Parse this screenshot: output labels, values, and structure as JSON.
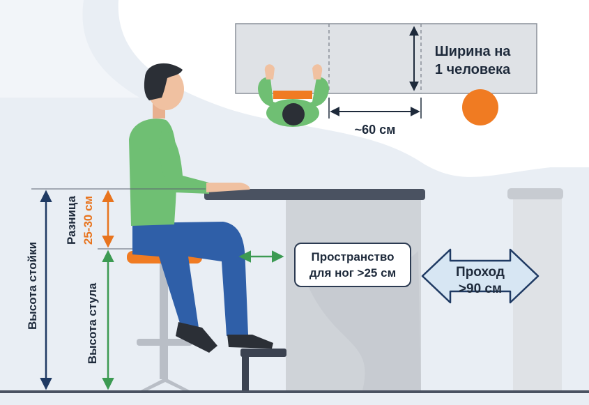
{
  "labels": {
    "counter_height": "Высота стойки",
    "stool_height": "Высота стула",
    "difference_title": "Разница",
    "difference_value": "25-30 см",
    "legroom_line1": "Пространство",
    "legroom_line2": "для ног >25 см",
    "passage_line1": "Проход",
    "passage_line2": ">90 см",
    "width_line1": "Ширина на",
    "width_line2": "1 человека",
    "width_value": "~60 см"
  },
  "colors": {
    "background_blob": "#e9eef4",
    "counter_top": "#4a5261",
    "counter_body": "#cfd3d8",
    "shirt": "#6fbf73",
    "jeans": "#2f5fa8",
    "stool_seat": "#f07b22",
    "stool_legs": "#b9bec6",
    "arrow_dark": "#1f3a63",
    "arrow_orange": "#e8741e",
    "arrow_green": "#3c9a52",
    "passage_arrow": "#d7e6f3",
    "text_dark": "#1e2a3b"
  },
  "icons": [
    "person-seated-icon",
    "bar-stool-icon",
    "person-topview-icon",
    "orange-stool-topview-icon"
  ]
}
